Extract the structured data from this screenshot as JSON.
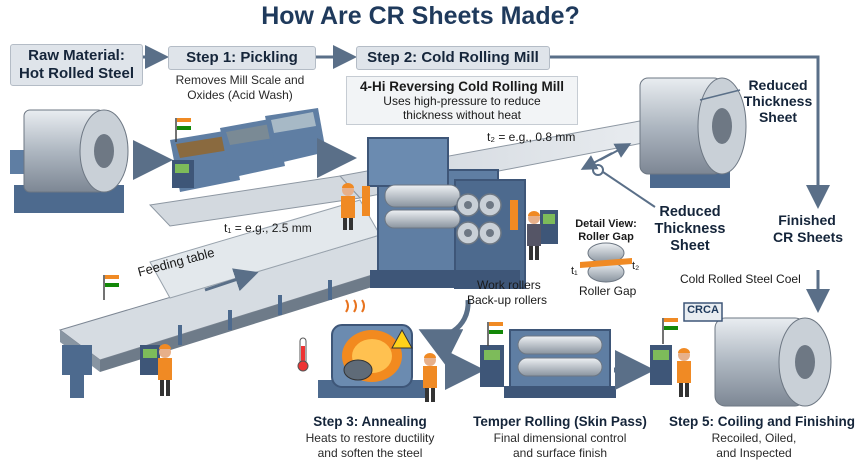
{
  "title": "How Are CR Sheets Made?",
  "raw_material": {
    "line1": "Raw Material:",
    "line2": "Hot Rolled Steel"
  },
  "step1": {
    "label": "Step 1: Pickling",
    "desc1": "Removes Mill Scale and",
    "desc2": "Oxides (Acid Wash)"
  },
  "step2": {
    "label": "Step 2: Cold Rolling Mill"
  },
  "mill": {
    "name": "4-Hi Reversing Cold Rolling Mill",
    "desc1": "Uses high-pressure to reduce",
    "desc2": "thickness without heat"
  },
  "t2_label": "t₂ = e.g., 0.8 mm",
  "t1_label": "t₁ = e.g., 2.5 mm",
  "reduced_top": {
    "line1": "Reduced",
    "line2": "Thickness",
    "line3": "Sheet"
  },
  "reduced_mid": {
    "line1": "Reduced",
    "line2": "Thickness",
    "line3": "Sheet"
  },
  "finished": {
    "line1": "Finished",
    "line2": "CR Sheets"
  },
  "detail": {
    "title1": "Detail View:",
    "title2": "Roller Gap",
    "t1": "t₁",
    "t2": "t₂",
    "caption": "Roller Gap"
  },
  "feeding_table": "Feeding table",
  "rollers": {
    "work": "Work rollers",
    "backup": "Back-up rollers"
  },
  "coel_label": "Cold Rolled Steel Coel",
  "crca_tag": "CRCA",
  "step3": {
    "label": "Step 3: Annealing",
    "desc1": "Heats to restore ductility",
    "desc2": "and soften the steel"
  },
  "step4": {
    "label": "Temper Rolling (Skin Pass)",
    "desc1": "Final dimensional control",
    "desc2": "and surface finish"
  },
  "step5": {
    "label": "Step 5: Coiling and Finishing",
    "desc1": "Recoiled, Oiled,",
    "desc2": "and Inspected"
  },
  "colors": {
    "arrow": "#5a6f88",
    "steel": "#b9c2cc",
    "machine": "#5f7ea3",
    "title": "#1f3a5c",
    "heat": "#e8731e"
  }
}
